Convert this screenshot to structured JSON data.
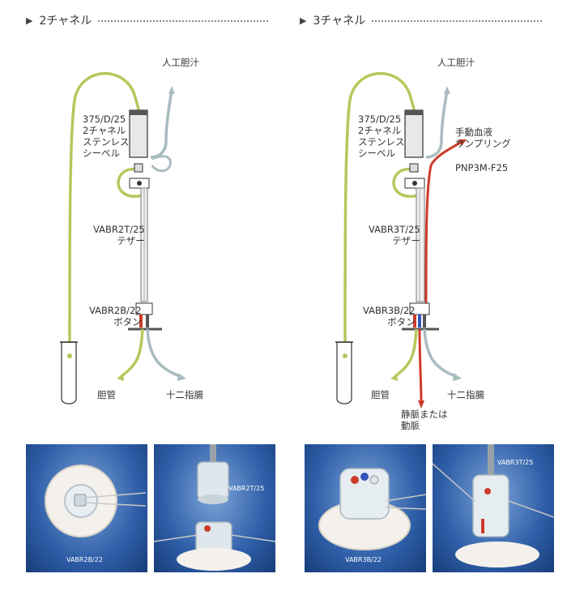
{
  "left": {
    "title": "2チャネル",
    "labels": {
      "bile": "人工胆汁",
      "swivel": [
        "375/D/25",
        "2チャネル",
        "ステンレス",
        "シーベル"
      ],
      "tether": [
        "VABR2T/25",
        "テザー"
      ],
      "button": [
        "VABR2B/22",
        "ボタン"
      ],
      "bile_duct": "胆管",
      "duodenum": "十二指腸"
    },
    "photos": [
      "VABR2B/22",
      "VABR2T/25"
    ]
  },
  "right": {
    "title": "3チャネル",
    "labels": {
      "bile": "人工胆汁",
      "swivel": [
        "375/D/25",
        "2チャネル",
        "ステンレス",
        "シーベル"
      ],
      "sampling": [
        "手動血液",
        "サンプリング"
      ],
      "pnp": "PNP3M-F25",
      "tether": [
        "VABR3T/25",
        "テザー"
      ],
      "button": [
        "VABR3B/22",
        "ボタン"
      ],
      "bile_duct": "胆管",
      "duodenum": "十二指腸",
      "vein": [
        "静脈または",
        "動脈"
      ]
    },
    "photos": [
      "VABR3B/22",
      "VABR3T/25"
    ]
  },
  "colors": {
    "green_tube": "#b9c65c",
    "gray_tube": "#a9bcc0",
    "red_tube": "#cc3b2a",
    "photo_bg": "#2f5fa8"
  }
}
